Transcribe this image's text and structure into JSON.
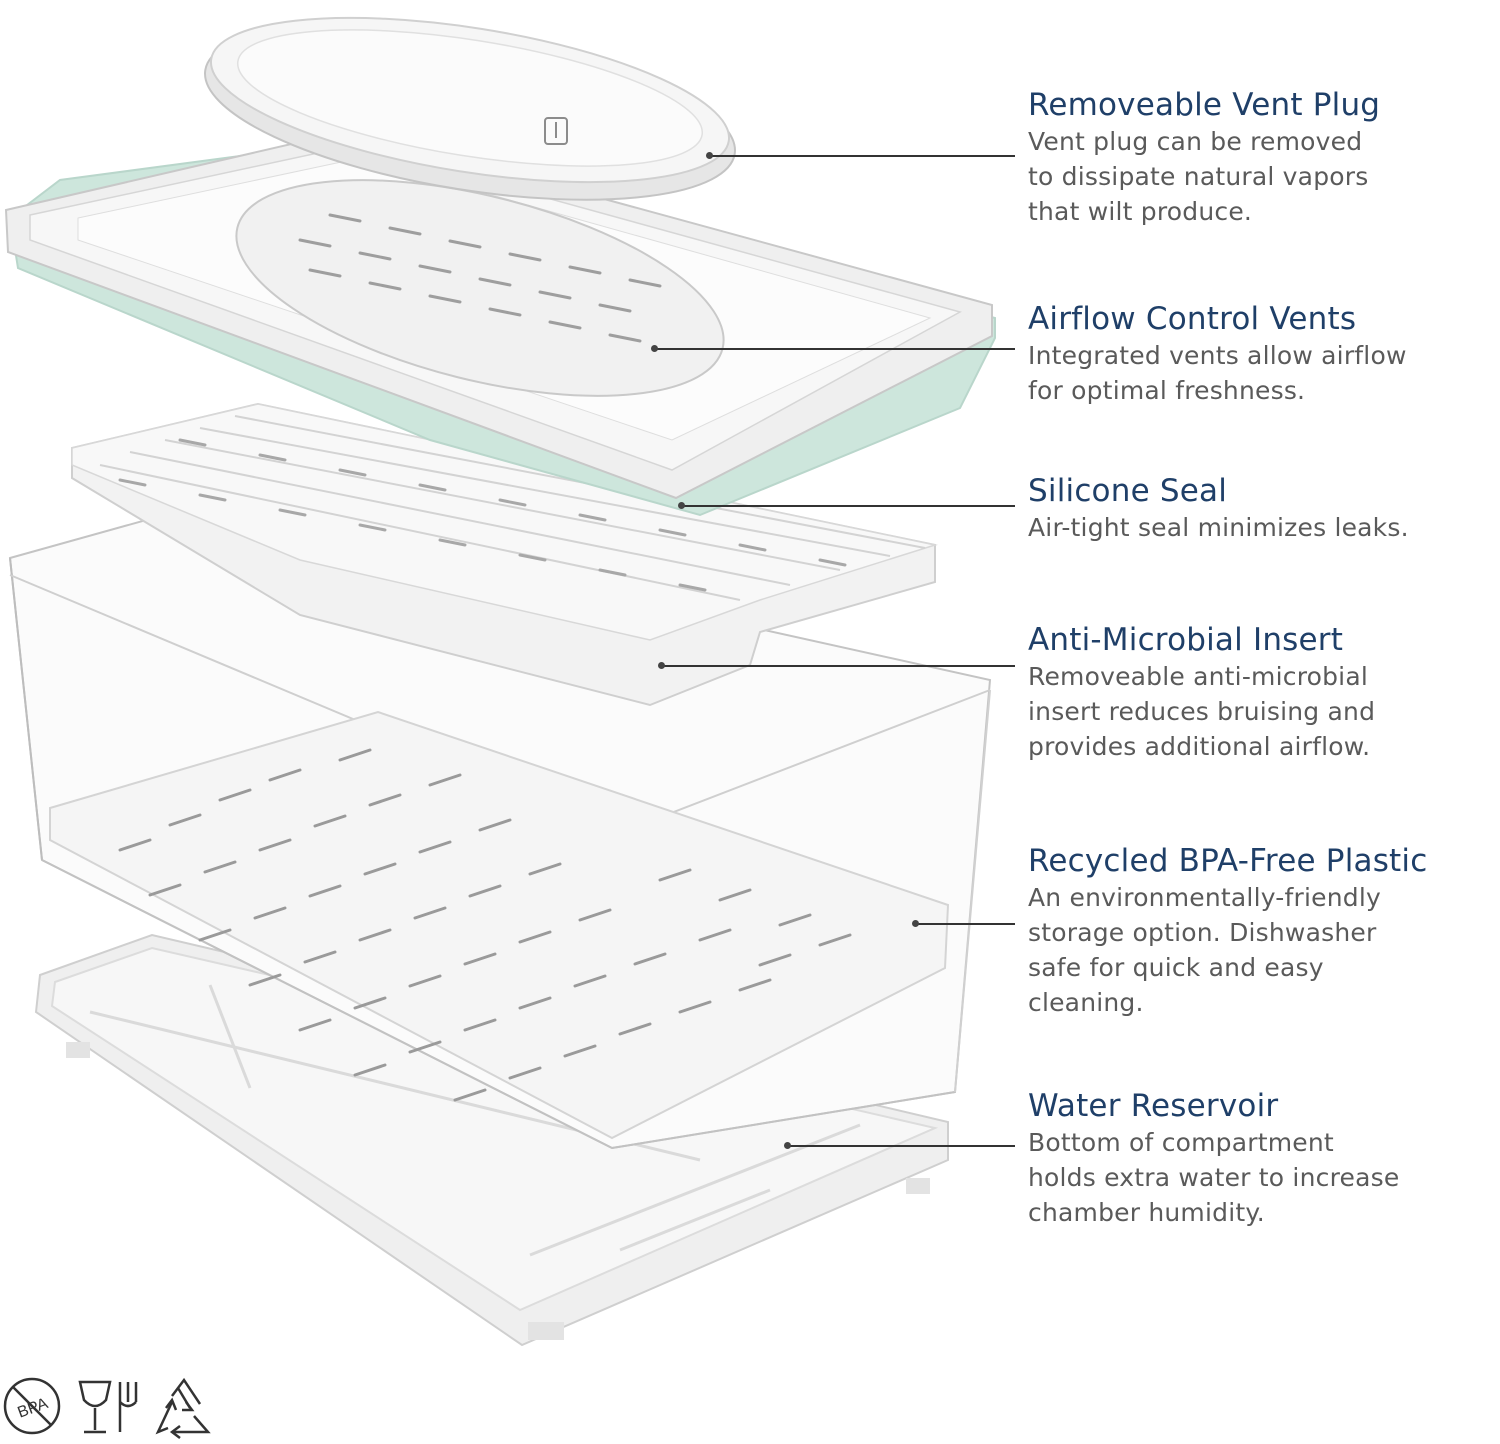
{
  "features": [
    {
      "title": "Removeable Vent Plug",
      "description": "Vent plug can be removed\nto dissipate natural vapors\nthat wilt produce."
    },
    {
      "title": "Airflow Control Vents",
      "description": "Integrated vents allow airflow\nfor optimal freshness."
    },
    {
      "title": "Silicone Seal",
      "description": "Air-tight seal minimizes leaks."
    },
    {
      "title": "Anti-Microbial Insert",
      "description": "Removeable anti-microbial\ninsert reduces bruising and\nprovides additional airflow."
    },
    {
      "title": "Recycled BPA-Free Plastic",
      "description": "An environmentally-friendly\nstorage option. Dishwasher\nsafe for quick and easy\ncleaning."
    },
    {
      "title": "Water Reservoir",
      "description": "Bottom of compartment\nholds extra water to increase\nchamber humidity."
    }
  ],
  "badges": {
    "bpa_free": {
      "icon": "bpa-free-icon",
      "text": "BPA"
    },
    "food_safe": {
      "icon": "food-safe-icon"
    },
    "recyclable": {
      "icon": "recycle-icon"
    }
  },
  "colors": {
    "title": "#1f3f68",
    "body": "#5a5a5a",
    "seal": "#cde6dc",
    "plastic": "#f4f4f4"
  }
}
